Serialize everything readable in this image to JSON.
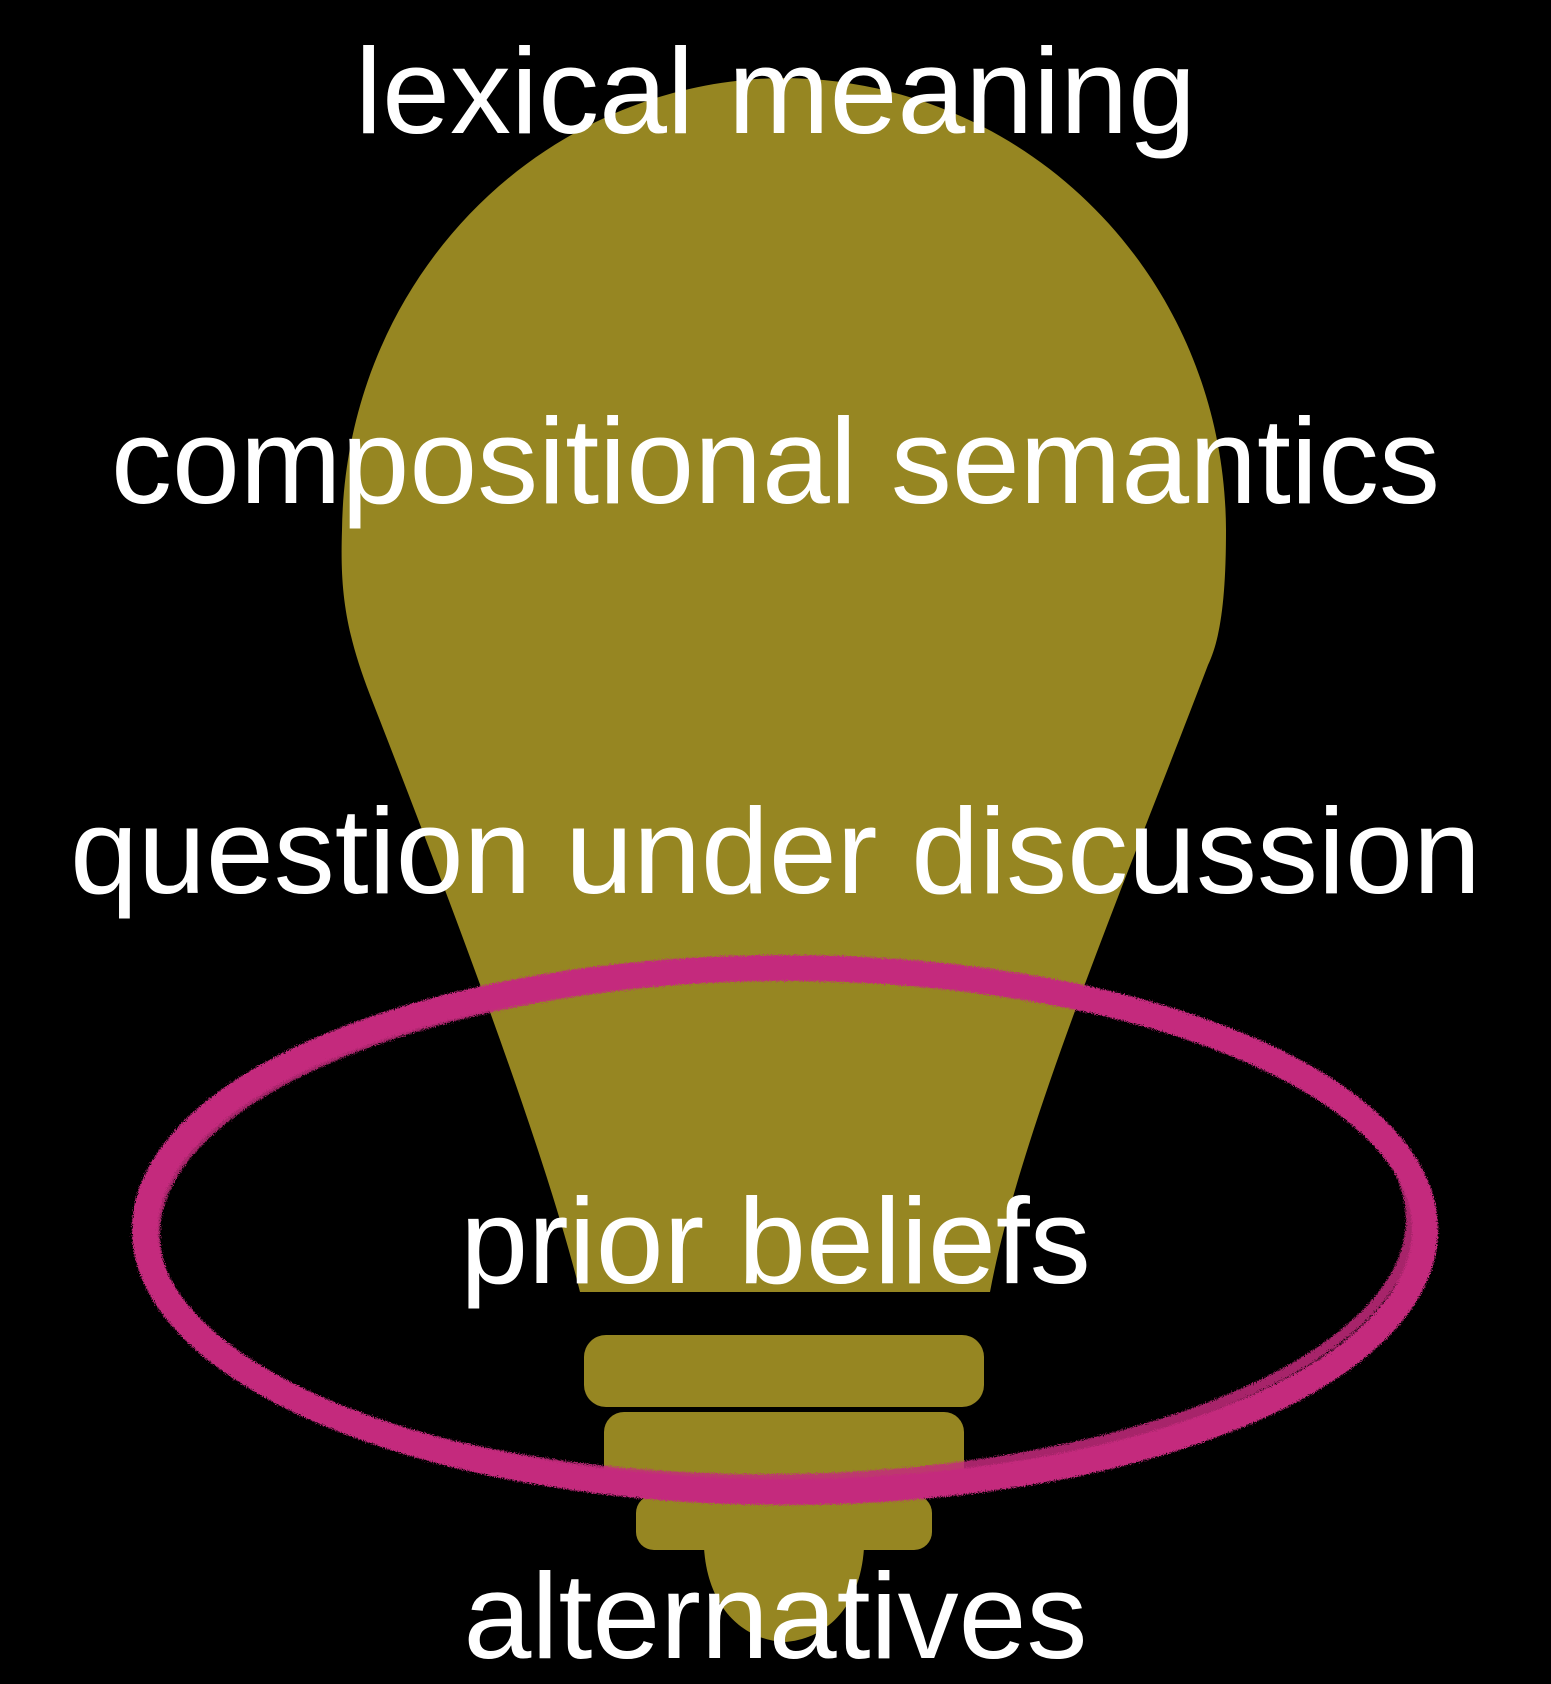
{
  "labels": [
    "lexical meaning",
    "compositional semantics",
    "question under discussion",
    "prior beliefs",
    "alternatives"
  ],
  "highlighted_label_index": 3,
  "colors": {
    "background": "#000000",
    "bulb": "#968622",
    "highlight_ring": "#c42a7d",
    "text": "#ffffff"
  },
  "icons": {
    "bulb": "lightbulb-icon",
    "ring": "hand-drawn-ellipse"
  }
}
